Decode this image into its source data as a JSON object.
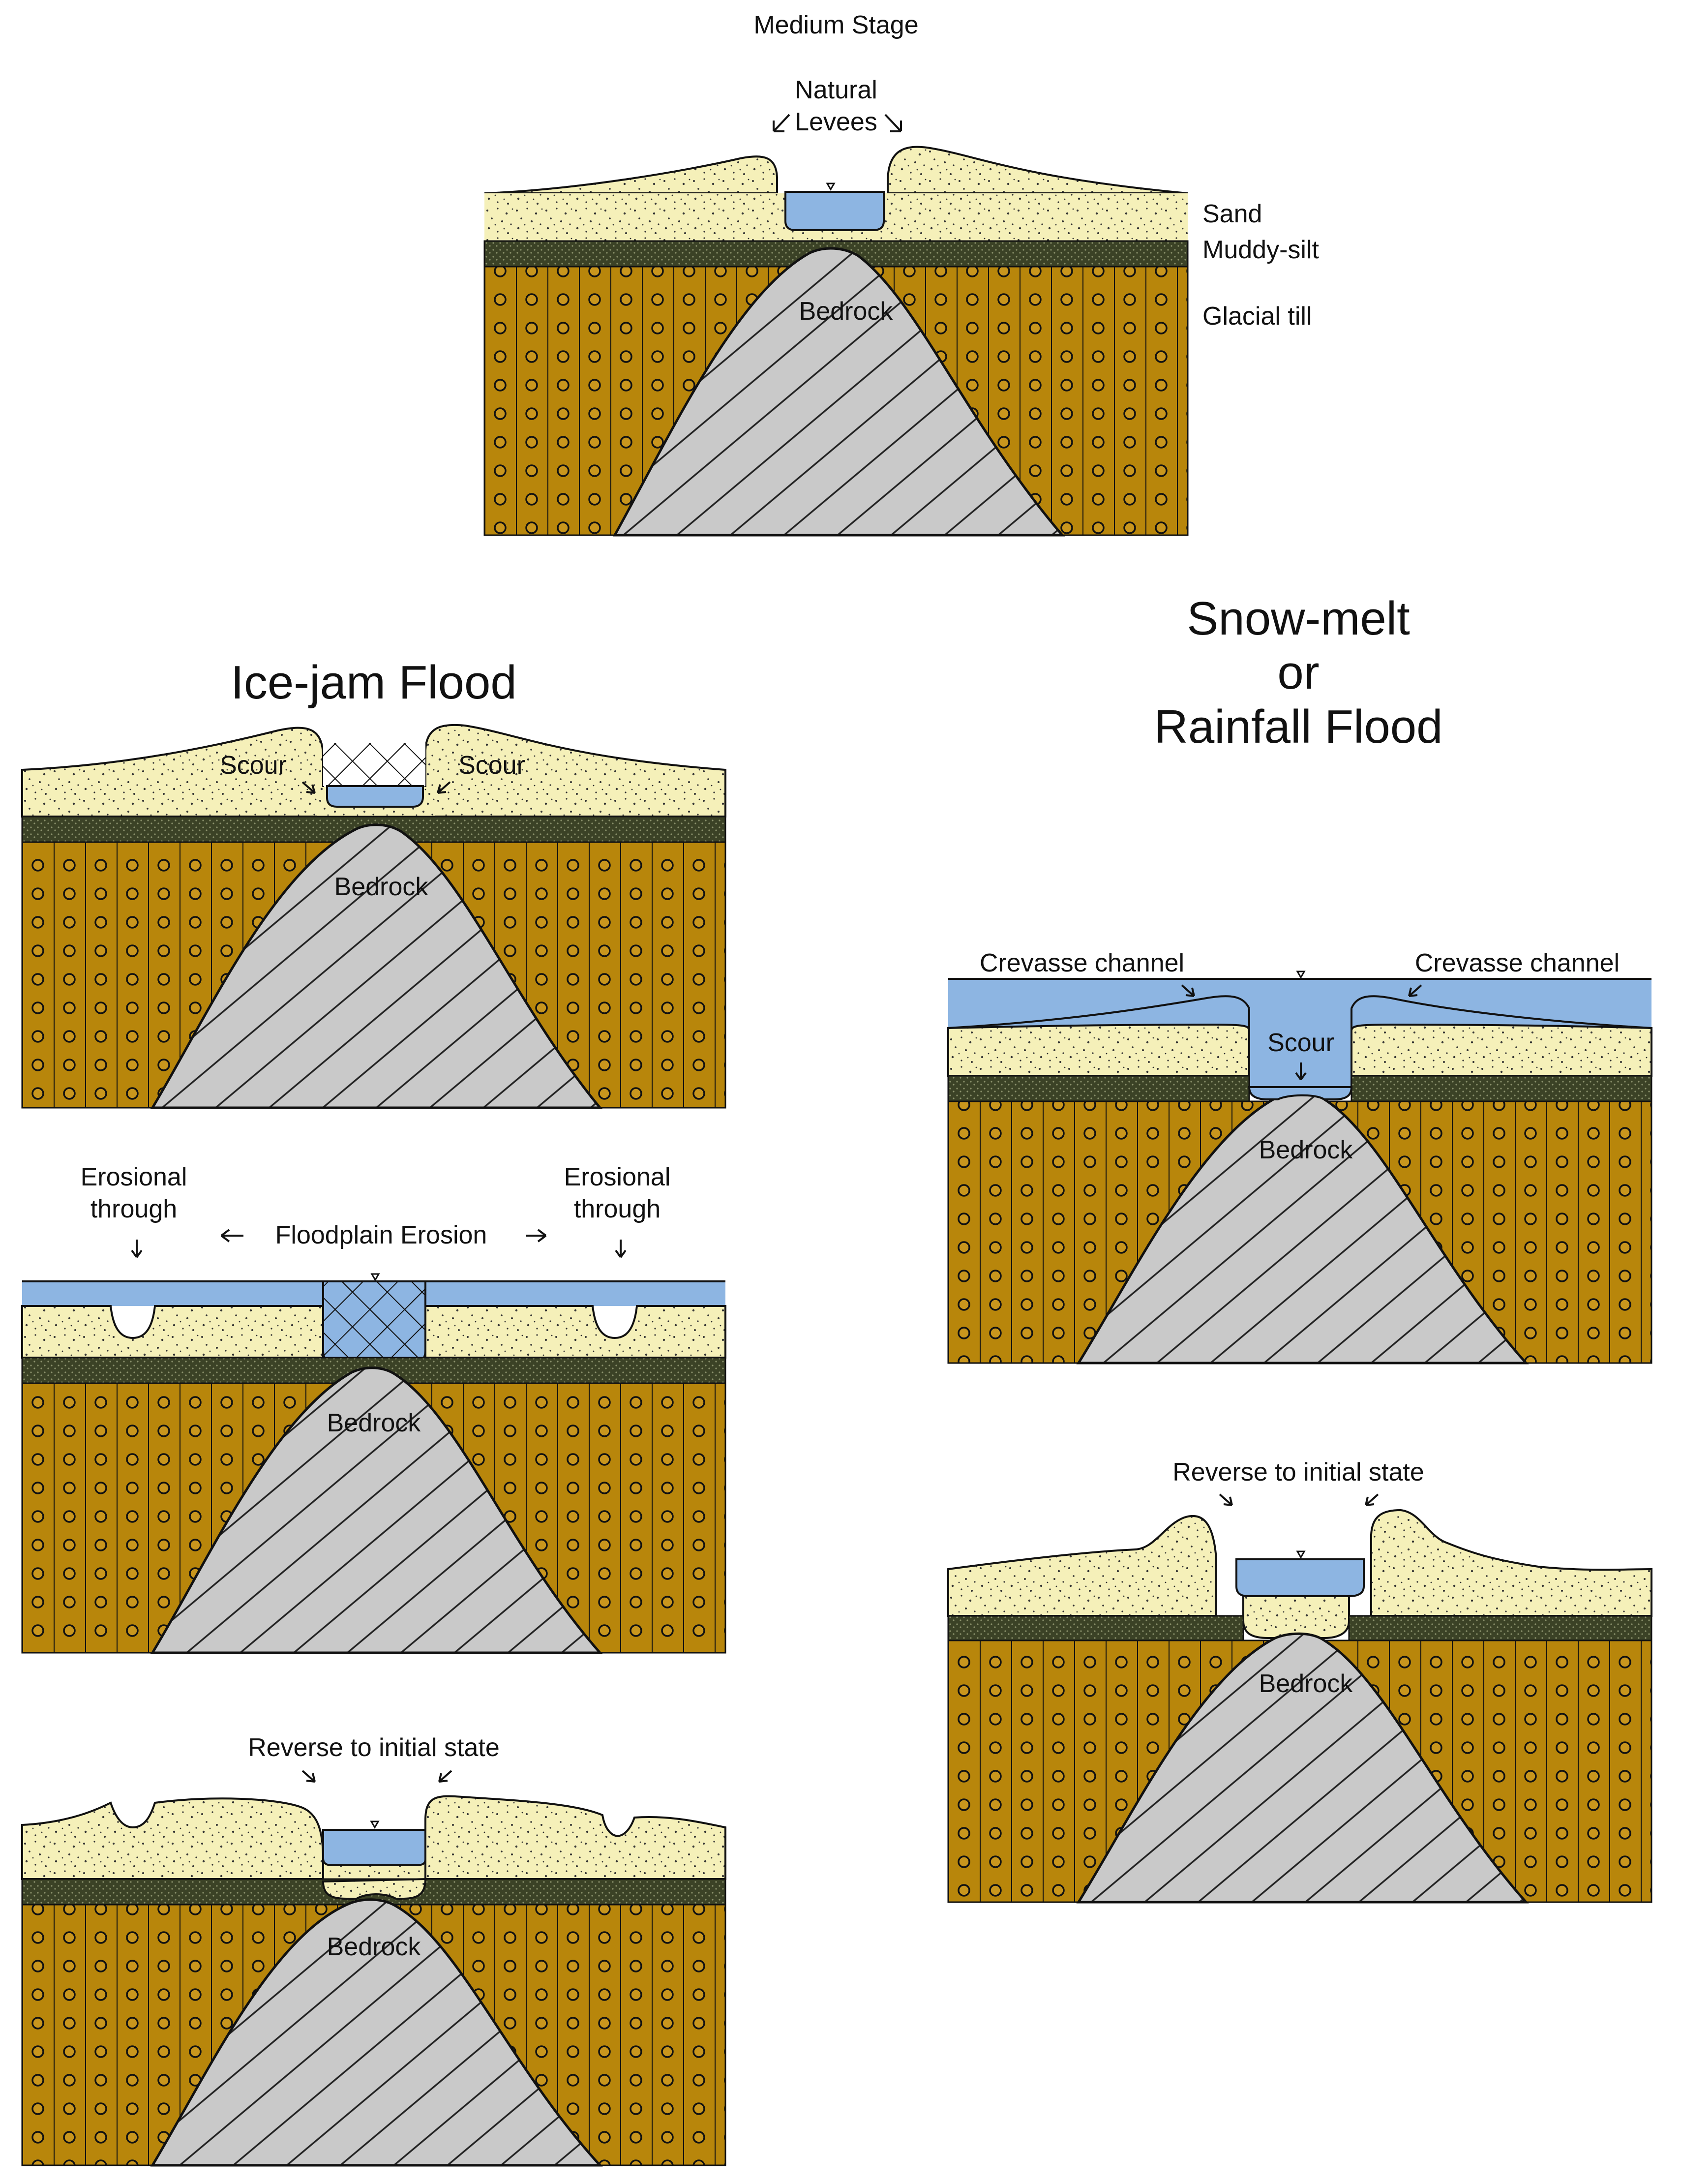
{
  "colors": {
    "sand": "#f5f0b9",
    "muddy_silt": "#3b4226",
    "till": "#b8860b",
    "bedrock": "#c9c9c9",
    "water": "#8db5e2",
    "outline": "#111111"
  },
  "medium_stage": {
    "title": "Medium Stage",
    "levee_label_1": "Natural",
    "levee_label_2": "Levees",
    "bedrock": "Bedrock",
    "legend": {
      "sand": "Sand",
      "muddy_silt": "Muddy-silt",
      "glacial_till": "Glacial till"
    }
  },
  "ice_jam": {
    "title": "Ice-jam Flood",
    "panel1": {
      "scour_left": "Scour",
      "scour_right": "Scour",
      "bedrock": "Bedrock"
    },
    "panel2": {
      "erosional_left_1": "Erosional",
      "erosional_left_2": "through",
      "floodplain_erosion": "Floodplain Erosion",
      "erosional_right_1": "Erosional",
      "erosional_right_2": "through",
      "bedrock": "Bedrock"
    },
    "panel3": {
      "reverse": "Reverse to initial state",
      "bedrock": "Bedrock"
    }
  },
  "snowmelt": {
    "title_1": "Snow-melt",
    "title_2": "or",
    "title_3": "Rainfall Flood",
    "panel1": {
      "crevasse_left": "Crevasse channel",
      "crevasse_right": "Crevasse channel",
      "scour": "Scour",
      "bedrock": "Bedrock"
    },
    "panel2": {
      "reverse": "Reverse to initial state",
      "bedrock": "Bedrock"
    }
  }
}
